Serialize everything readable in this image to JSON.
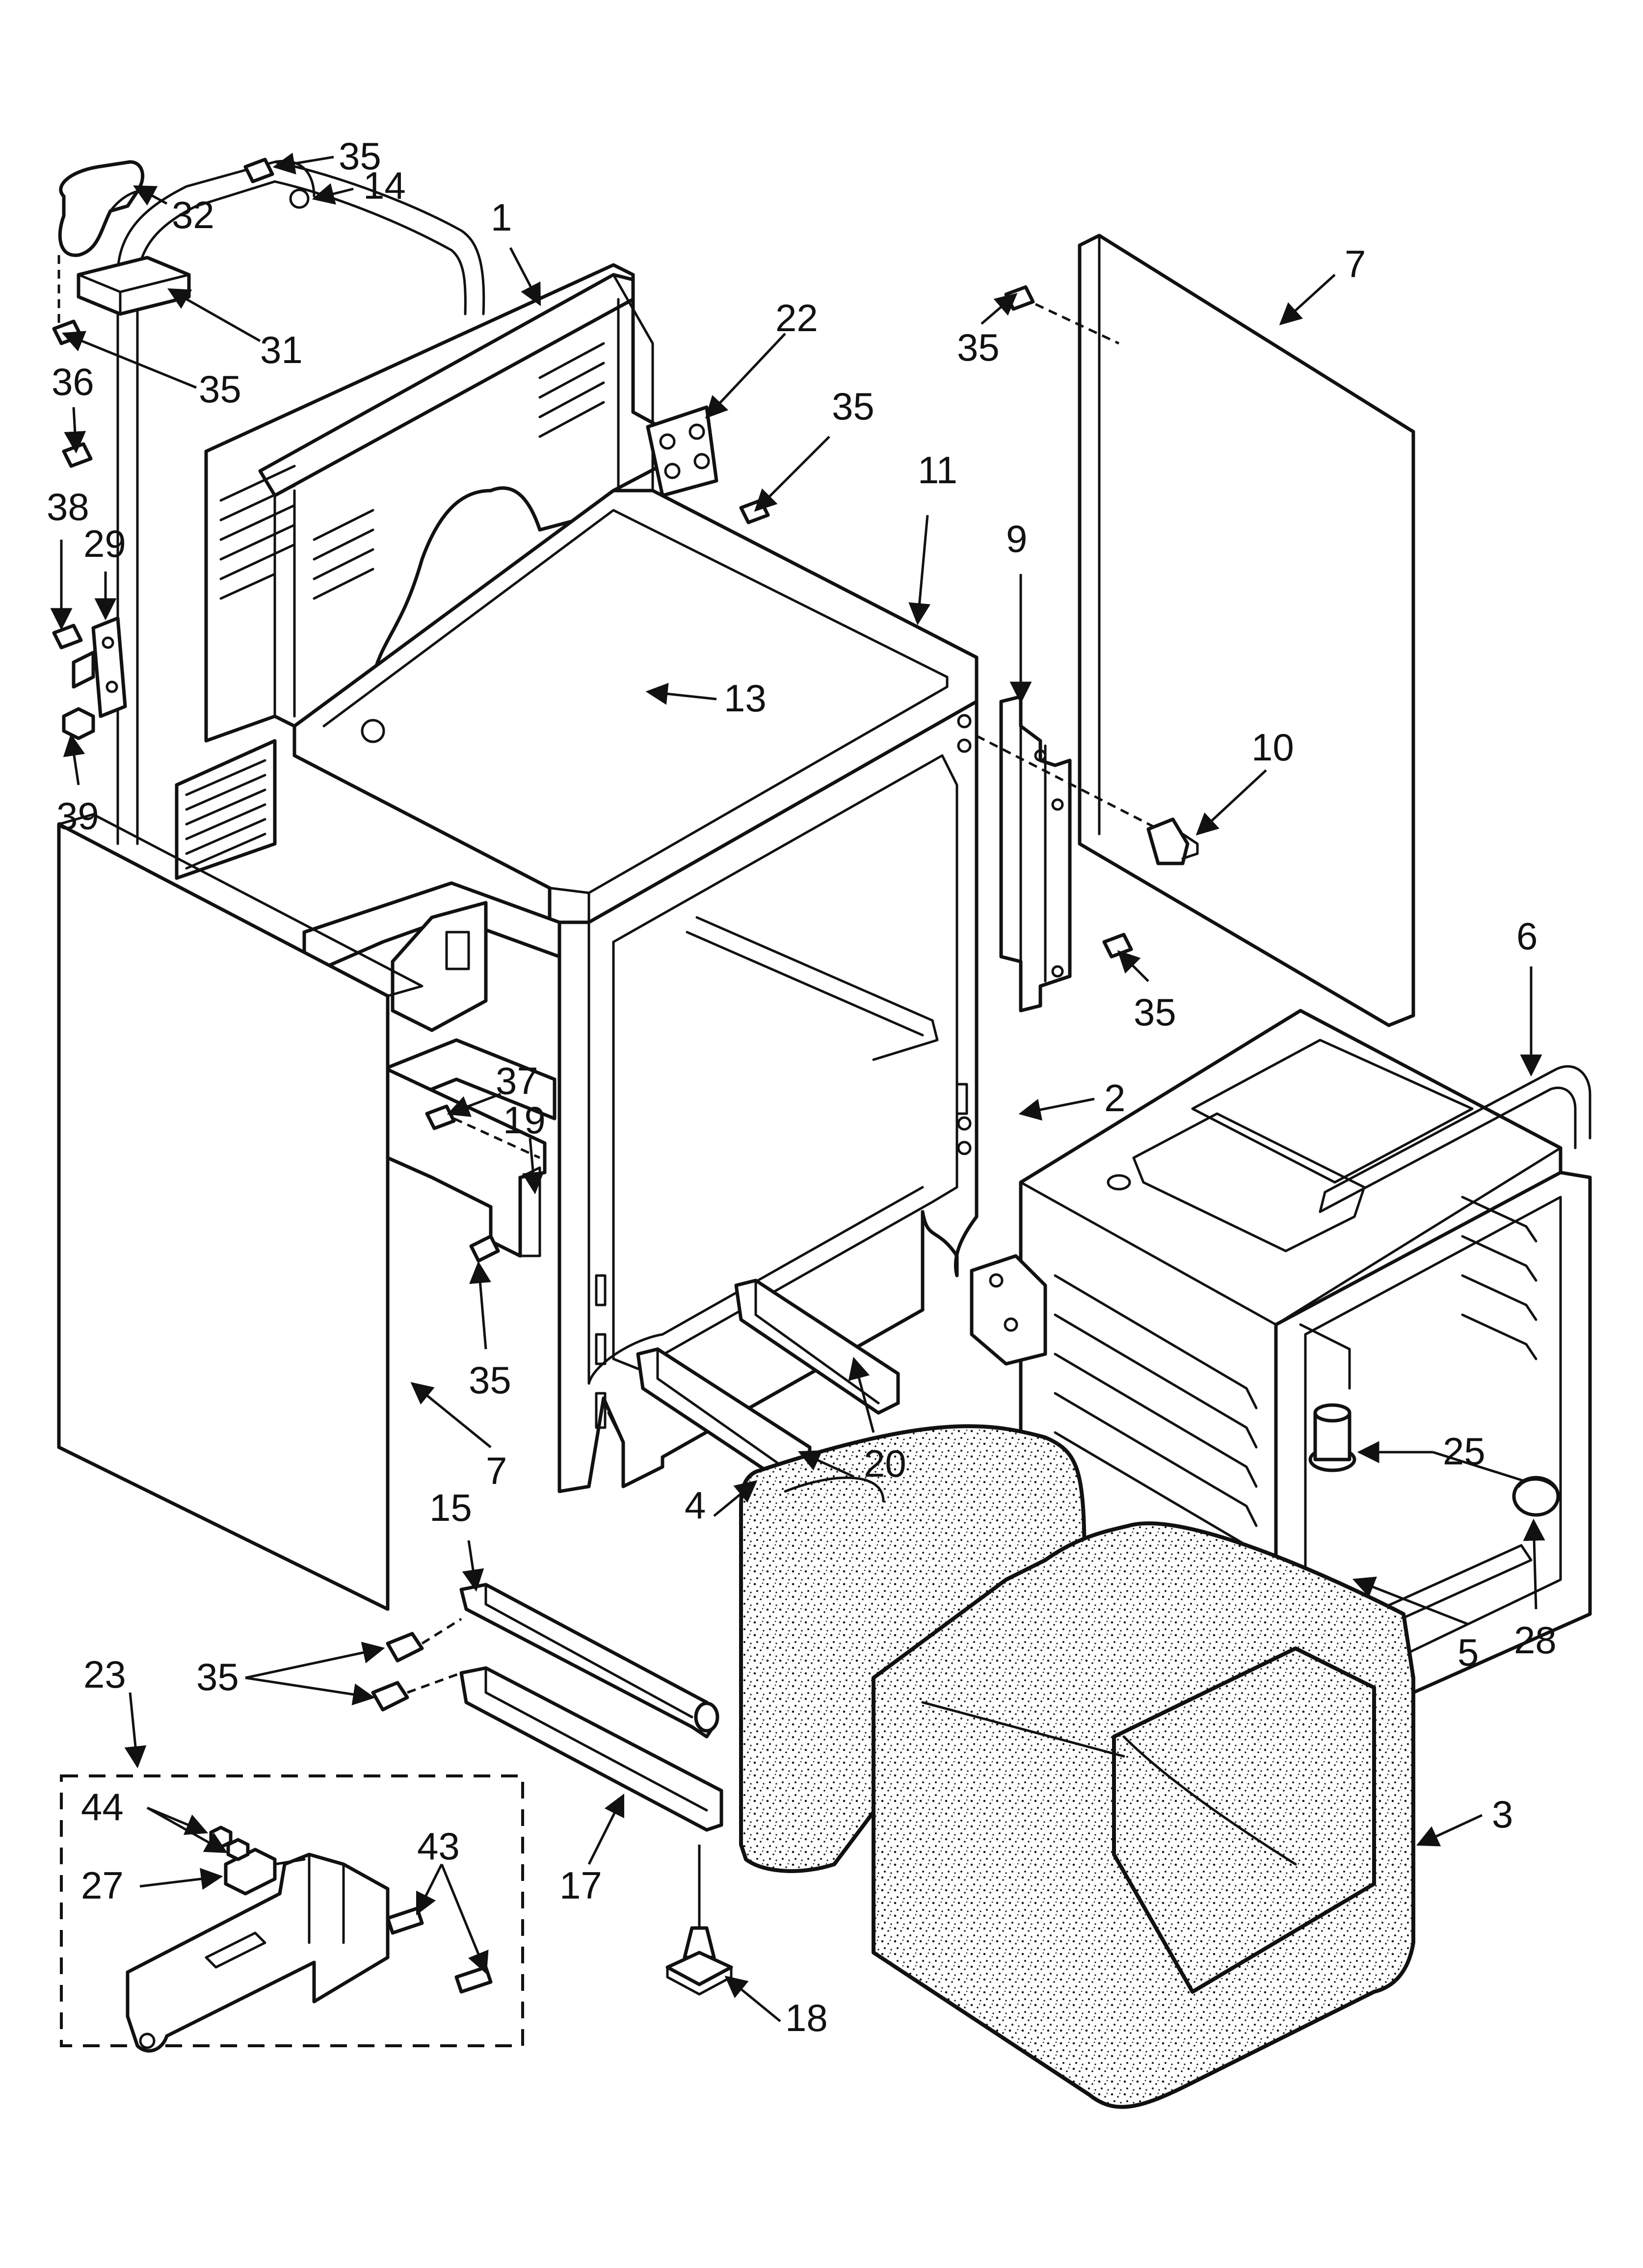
{
  "diagram": {
    "callouts": [
      {
        "id": "c35a",
        "label": "35"
      },
      {
        "id": "c14",
        "label": "14"
      },
      {
        "id": "c32",
        "label": "32"
      },
      {
        "id": "c1",
        "label": "1"
      },
      {
        "id": "c31",
        "label": "31"
      },
      {
        "id": "c35b",
        "label": "35"
      },
      {
        "id": "c36",
        "label": "36"
      },
      {
        "id": "c22",
        "label": "22"
      },
      {
        "id": "c35c",
        "label": "35"
      },
      {
        "id": "c7a",
        "label": "7"
      },
      {
        "id": "c35d",
        "label": "35"
      },
      {
        "id": "c38",
        "label": "38"
      },
      {
        "id": "c29",
        "label": "29"
      },
      {
        "id": "c11",
        "label": "11"
      },
      {
        "id": "c9",
        "label": "9"
      },
      {
        "id": "c13",
        "label": "13"
      },
      {
        "id": "c10",
        "label": "10"
      },
      {
        "id": "c39",
        "label": "39"
      },
      {
        "id": "c6",
        "label": "6"
      },
      {
        "id": "c35e",
        "label": "35"
      },
      {
        "id": "c2",
        "label": "2"
      },
      {
        "id": "c37",
        "label": "37"
      },
      {
        "id": "c19",
        "label": "19"
      },
      {
        "id": "c35f",
        "label": "35"
      },
      {
        "id": "c25",
        "label": "25"
      },
      {
        "id": "c7b",
        "label": "7"
      },
      {
        "id": "c20",
        "label": "20"
      },
      {
        "id": "c15",
        "label": "15"
      },
      {
        "id": "c4",
        "label": "4"
      },
      {
        "id": "c28",
        "label": "28"
      },
      {
        "id": "c5",
        "label": "5"
      },
      {
        "id": "c23",
        "label": "23"
      },
      {
        "id": "c35g",
        "label": "35"
      },
      {
        "id": "c3",
        "label": "3"
      },
      {
        "id": "c44",
        "label": "44"
      },
      {
        "id": "c27",
        "label": "27"
      },
      {
        "id": "c43",
        "label": "43"
      },
      {
        "id": "c17",
        "label": "17"
      },
      {
        "id": "c18",
        "label": "18"
      }
    ]
  }
}
